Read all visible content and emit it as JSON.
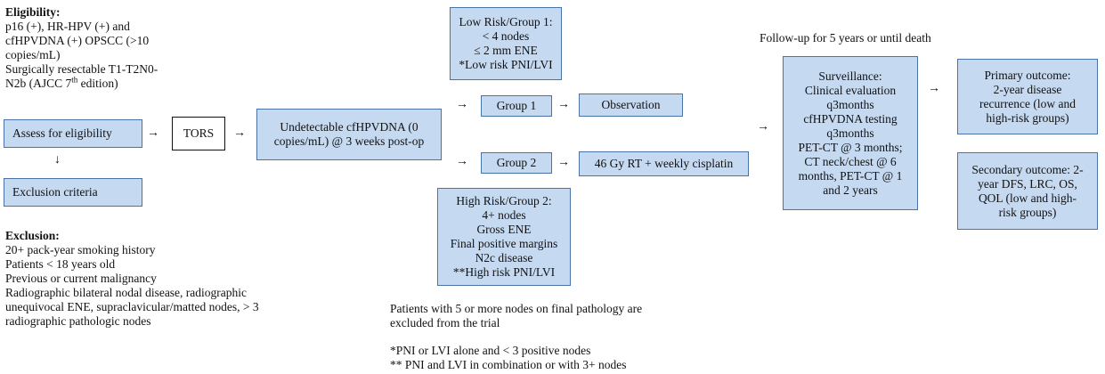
{
  "eligibility": {
    "heading": "Eligibility:",
    "lines": [
      "p16 (+), HR-HPV (+) and",
      "cfHPVDNA (+) OPSCC (>10",
      "copies/mL)",
      "Surgically resectable T1-T2N0-",
      "N2b (AJCC 7"
    ],
    "sup": "th",
    "last_suffix": " edition)"
  },
  "exclusion": {
    "heading": "Exclusion:",
    "lines": [
      "20+ pack-year smoking history",
      "Patients < 18 years old",
      "Previous or current malignancy",
      "Radiographic bilateral nodal disease, radiographic",
      "unequivocal ENE, supraclavicular/matted nodes, > 3",
      "radiographic pathologic nodes"
    ]
  },
  "boxes": {
    "assess": "Assess for eligibility",
    "exclusion_criteria": "Exclusion criteria",
    "tors": "TORS",
    "undetectable": [
      "Undetectable cfHPVDNA (0",
      "copies/mL) @ 3 weeks post-op"
    ],
    "low_risk": [
      "Low Risk/Group 1:",
      "< 4 nodes",
      "≤ 2 mm ENE",
      "*Low risk PNI/LVI"
    ],
    "group1": "Group 1",
    "observation": "Observation",
    "group2": "Group 2",
    "rt": "46 Gy RT + weekly cisplatin",
    "high_risk": [
      "High Risk/Group 2:",
      "4+ nodes",
      "Gross ENE",
      "Final positive margins",
      "N2c disease",
      "**High risk PNI/LVI"
    ],
    "surveillance": [
      "Surveillance:",
      "Clinical evaluation",
      "q3months",
      "cfHPVDNA testing",
      "q3months",
      "PET-CT @ 3 months;",
      "CT neck/chest @ 6",
      "months, PET-CT @ 1",
      "and 2 years"
    ],
    "primary": [
      "Primary outcome:",
      "2-year disease",
      "recurrence (low and",
      "high-risk groups)"
    ],
    "secondary": [
      "Secondary outcome: 2-",
      "year DFS, LRC, OS,",
      "QOL (low and high-",
      "risk groups)"
    ]
  },
  "followup": "Follow-up for 5 years or until death",
  "notes": {
    "pathology": [
      "Patients with 5 or more nodes on final pathology are",
      "excluded from the trial"
    ],
    "footnote1": "*PNI or LVI alone and < 3 positive nodes",
    "footnote2": "** PNI and LVI in combination or with 3+ nodes"
  },
  "arrow_glyph": "→",
  "down_arrow_glyph": "↓"
}
